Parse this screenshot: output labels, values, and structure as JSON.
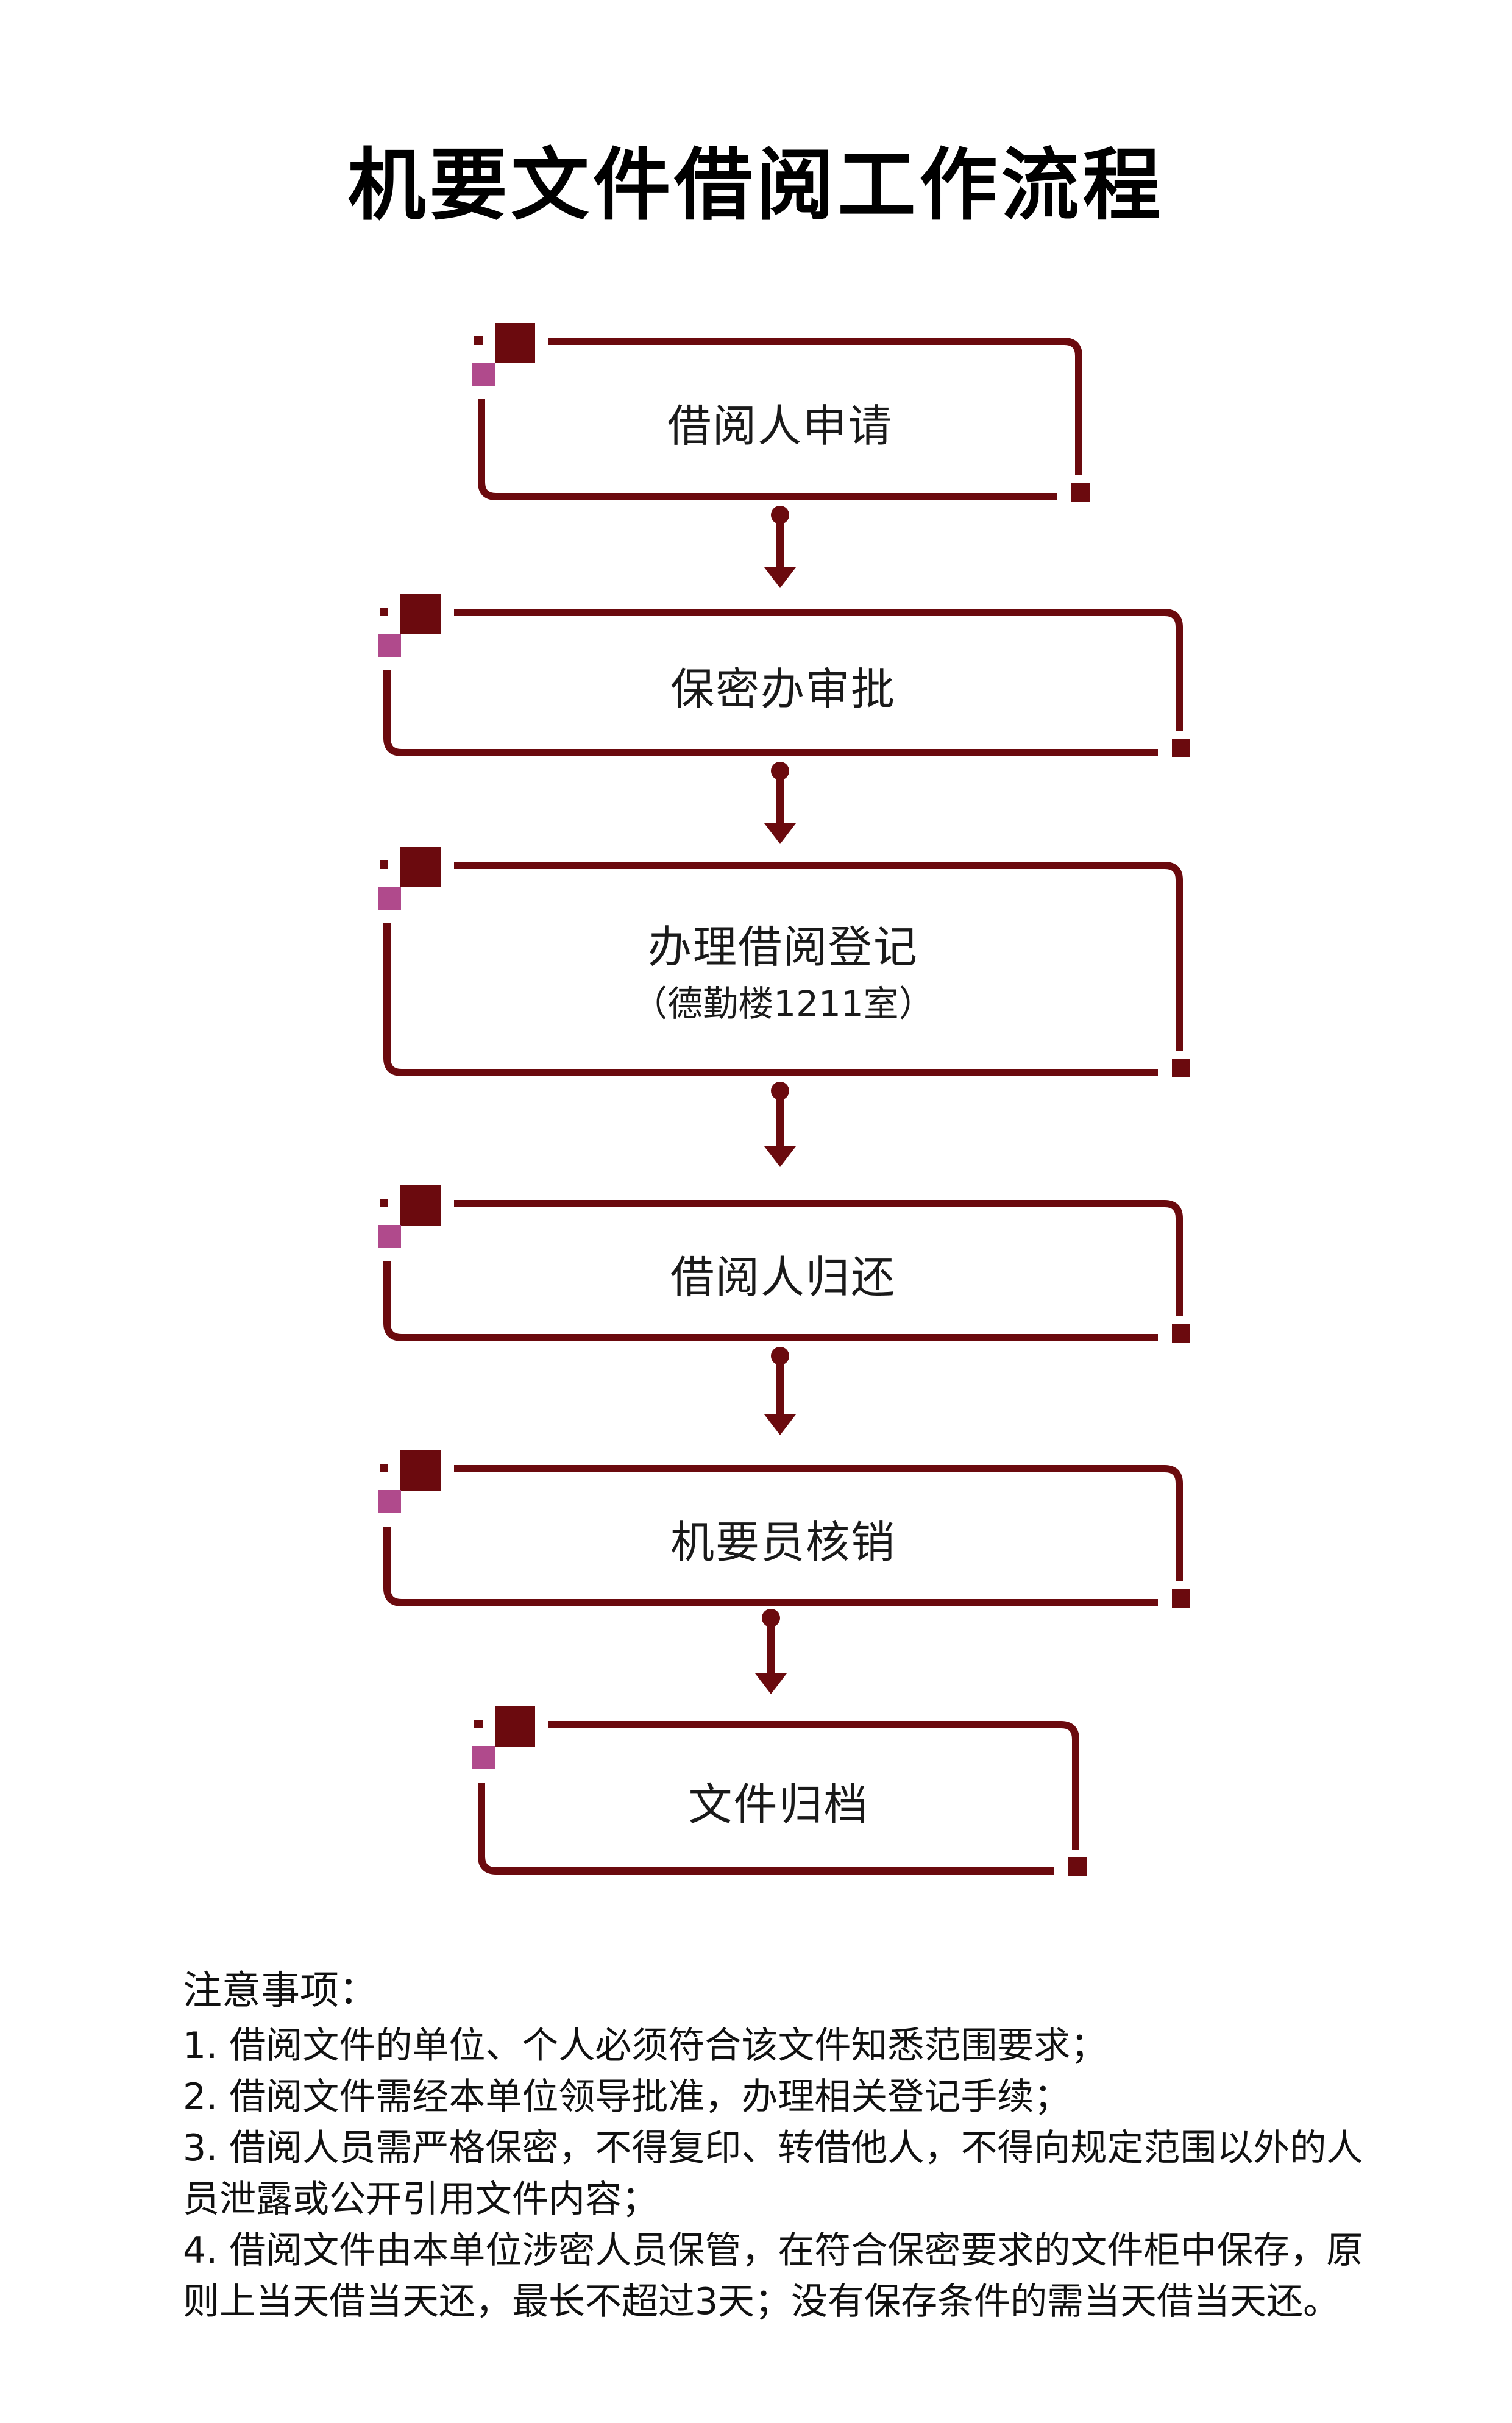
{
  "title": "机要文件借阅工作流程",
  "colors": {
    "frame": "#6b0a0e",
    "accent_pink": "#b04a8c",
    "text": "#1a1a1a"
  },
  "steps": [
    {
      "label": "借阅人申请",
      "sub": ""
    },
    {
      "label": "保密办审批",
      "sub": ""
    },
    {
      "label": "办理借阅登记",
      "sub": "（德勤楼1211室）"
    },
    {
      "label": "借阅人归还",
      "sub": ""
    },
    {
      "label": "机要员核销",
      "sub": ""
    },
    {
      "label": "文件归档",
      "sub": ""
    }
  ],
  "notes": {
    "heading": "注意事项：",
    "items": [
      "1. 借阅文件的单位、个人必须符合该文件知悉范围要求；",
      "2. 借阅文件需经本单位领导批准，办理相关登记手续；",
      "3. 借阅人员需严格保密，不得复印、转借他人，不得向规定范围以外的人员泄露或公开引用文件内容；",
      "4. 借阅文件由本单位涉密人员保管，在符合保密要求的文件柜中保存，原则上当天借当天还，最长不超过3天；没有保存条件的需当天借当天还。"
    ]
  }
}
